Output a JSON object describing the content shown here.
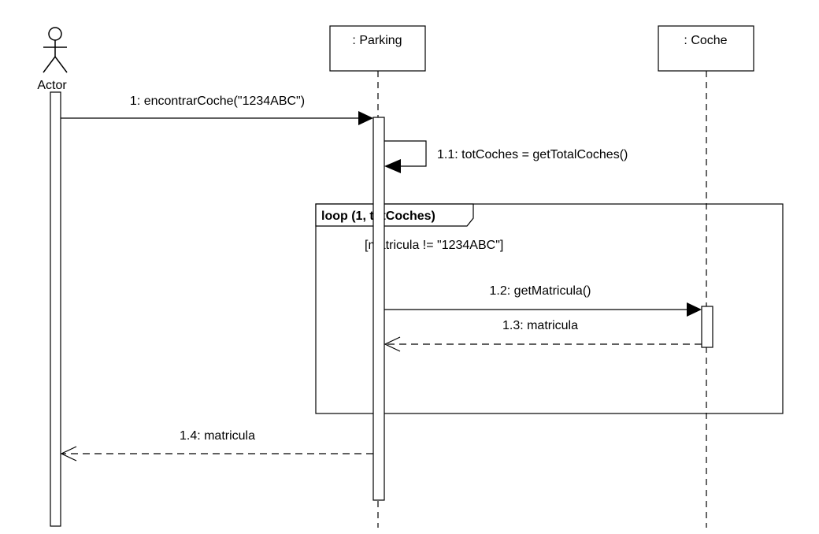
{
  "lifelines": {
    "actor": {
      "name": "Actor"
    },
    "parking": {
      "name": ": Parking"
    },
    "coche": {
      "name": ": Coche"
    }
  },
  "messages": {
    "m1": "1: encontrarCoche(\"1234ABC\")",
    "m1_1": "1.1: totCoches = getTotalCoches()",
    "m1_2": "1.2: getMatricula()",
    "m1_3": "1.3: matricula",
    "m1_4": "1.4: matricula"
  },
  "fragment": {
    "operator": "loop (1, totCoches)",
    "guard": "[matricula != \"1234ABC\"]"
  }
}
